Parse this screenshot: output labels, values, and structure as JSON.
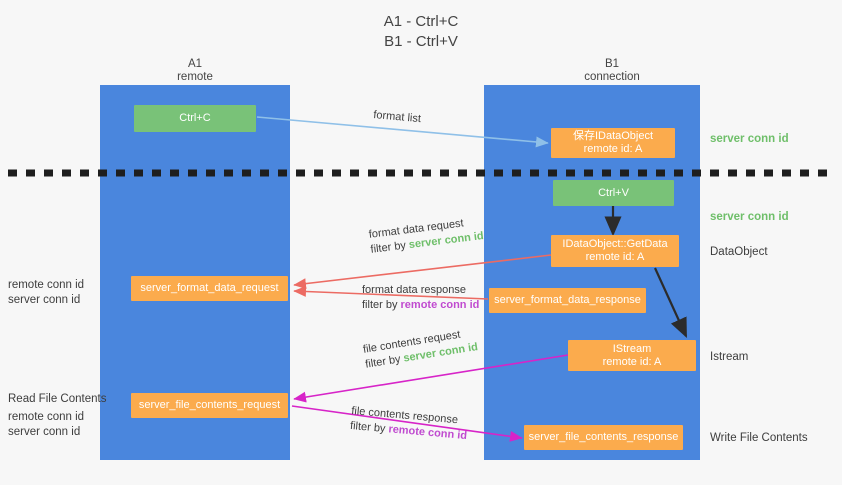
{
  "title": {
    "line1": "A1 - Ctrl+C",
    "line2": "B1 - Ctrl+V"
  },
  "columns": [
    {
      "name": "A1",
      "sub": "remote"
    },
    {
      "name": "B1",
      "sub": "connection"
    }
  ],
  "colors": {
    "lane": "#4a86dd",
    "box_orange": "#fbab4d",
    "box_green": "#79c278",
    "green_text": "#6fbf6a",
    "purple_text": "#c04bd0",
    "arrow_blue": "#8fc0e8",
    "arrow_red": "#ec6b63",
    "arrow_magenta": "#d724c8",
    "arrow_black": "#2b2b2b",
    "background": "#f7f7f7"
  },
  "boxes": {
    "ctrl_c": {
      "label": "Ctrl+C"
    },
    "ctrl_v": {
      "label": "Ctrl+V"
    },
    "save_idataobject": {
      "line1": "保存IDataObject",
      "line2": "remote id: A"
    },
    "getdata": {
      "line1": "IDataObject::GetData",
      "line2": "remote id: A"
    },
    "istream": {
      "line1": "IStream",
      "line2": "remote id: A"
    },
    "server_format_data_request": {
      "label": "server_format_data_request"
    },
    "server_format_data_response": {
      "label": "server_format_data_response"
    },
    "server_file_contents_request": {
      "label": "server_file_contents_request"
    },
    "server_file_contents_response": {
      "label": "server_file_contents_response"
    }
  },
  "right_annotations": [
    {
      "text": "server conn id",
      "style": "green"
    },
    {
      "text": "server conn id",
      "style": "green"
    },
    {
      "text": "DataObject",
      "style": "plain"
    },
    {
      "text": "Istream",
      "style": "plain"
    },
    {
      "text": "Write File Contents",
      "style": "plain"
    }
  ],
  "left_annotations": {
    "group1": {
      "line1": "remote conn id",
      "line2": "server conn id"
    },
    "group2_header": "Read File Contents",
    "group2": {
      "line1": "remote conn id",
      "line2": "server conn id"
    }
  },
  "arrow_labels": {
    "format_list": {
      "line1": "format list"
    },
    "format_data_request": {
      "line1": "format data request",
      "prefix": "filter by ",
      "highlight": "server conn id"
    },
    "format_data_response": {
      "line1": "format data response",
      "prefix": "filter by ",
      "highlight": "remote conn id"
    },
    "file_contents_request": {
      "line1": "file contents request",
      "prefix": "filter by ",
      "highlight": "server conn id"
    },
    "file_contents_response": {
      "line1": "file contents response",
      "prefix": "filter by ",
      "highlight": "remote conn id"
    }
  }
}
